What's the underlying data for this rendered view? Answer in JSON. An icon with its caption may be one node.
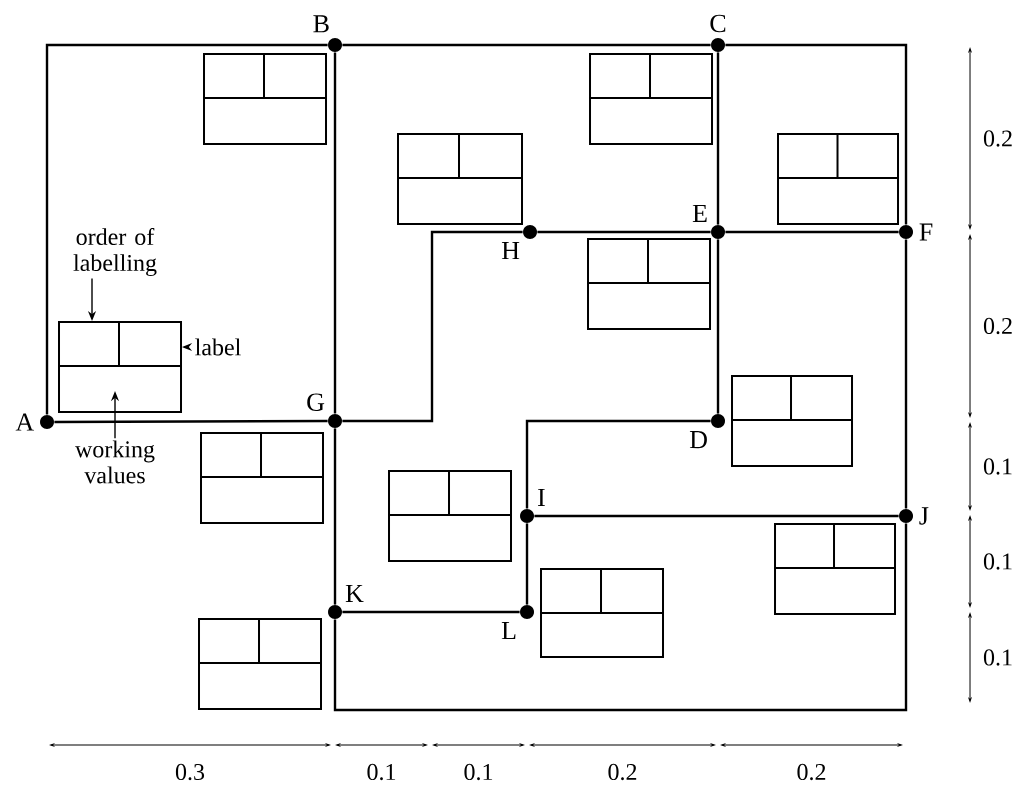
{
  "diagram": {
    "nodes": [
      {
        "text": [
          "A"
        ]
      },
      {
        "text": [
          "B"
        ]
      },
      {
        "text": [
          "C"
        ]
      },
      {
        "text": [
          "D"
        ]
      },
      {
        "text": [
          "E"
        ]
      },
      {
        "text": [
          "F"
        ]
      },
      {
        "text": [
          "G"
        ]
      },
      {
        "text": [
          "H"
        ]
      },
      {
        "text": [
          "I"
        ]
      },
      {
        "text": [
          "J"
        ]
      },
      {
        "text": [
          "K"
        ]
      },
      {
        "text": [
          "L"
        ]
      },
      {
        "text": [
          "order of labelling"
        ]
      },
      {
        "text": [
          "label"
        ]
      },
      {
        "text": [
          "working values"
        ]
      },
      {
        "text": [],
        "shape": "box"
      },
      {
        "text": [],
        "shape": "box"
      },
      {
        "text": [],
        "shape": "box"
      },
      {
        "text": [],
        "shape": "box"
      },
      {
        "text": [],
        "shape": "box"
      },
      {
        "text": [],
        "shape": "box"
      },
      {
        "text": [],
        "shape": "box"
      },
      {
        "text": [],
        "shape": "box"
      },
      {
        "text": [],
        "shape": "box"
      },
      {
        "text": [],
        "shape": "box"
      },
      {
        "text": [],
        "shape": "box"
      },
      {
        "text": [],
        "shape": "box"
      }
    ],
    "edges": [
      {
        "from": 0,
        "to": 1,
        "arrow": "none"
      },
      {
        "from": 1,
        "to": 2,
        "arrow": "none"
      },
      {
        "from": 2,
        "to": 5,
        "arrow": "none"
      },
      {
        "from": 1,
        "to": 6,
        "arrow": "none"
      },
      {
        "from": 0,
        "to": 6,
        "arrow": "none"
      },
      {
        "from": 2,
        "to": 4,
        "arrow": "none"
      },
      {
        "from": 7,
        "to": 4,
        "arrow": "none"
      },
      {
        "from": 4,
        "to": 5,
        "arrow": "none"
      },
      {
        "from": 6,
        "to": 7,
        "arrow": "none"
      },
      {
        "from": 4,
        "to": 3,
        "arrow": "none"
      },
      {
        "from": 3,
        "to": 8,
        "arrow": "none"
      },
      {
        "from": 8,
        "to": 9,
        "arrow": "none"
      },
      {
        "from": 5,
        "to": 9,
        "arrow": "none"
      },
      {
        "from": 8,
        "to": 11,
        "arrow": "none"
      },
      {
        "from": 6,
        "to": 10,
        "arrow": "none"
      },
      {
        "from": 10,
        "to": 11,
        "arrow": "none"
      },
      {
        "from": 10,
        "to": 9,
        "arrow": "none"
      },
      {
        "from": 12,
        "to": 20,
        "arrow": "to"
      },
      {
        "from": 13,
        "to": 20,
        "arrow": "to"
      },
      {
        "from": 14,
        "to": 20,
        "arrow": "to"
      }
    ],
    "labels": [
      "0.2",
      "0.2",
      "0.1",
      "0.1",
      "0.1",
      "0.3",
      "0.1",
      "0.1",
      "0.2",
      "0.2"
    ]
  }
}
